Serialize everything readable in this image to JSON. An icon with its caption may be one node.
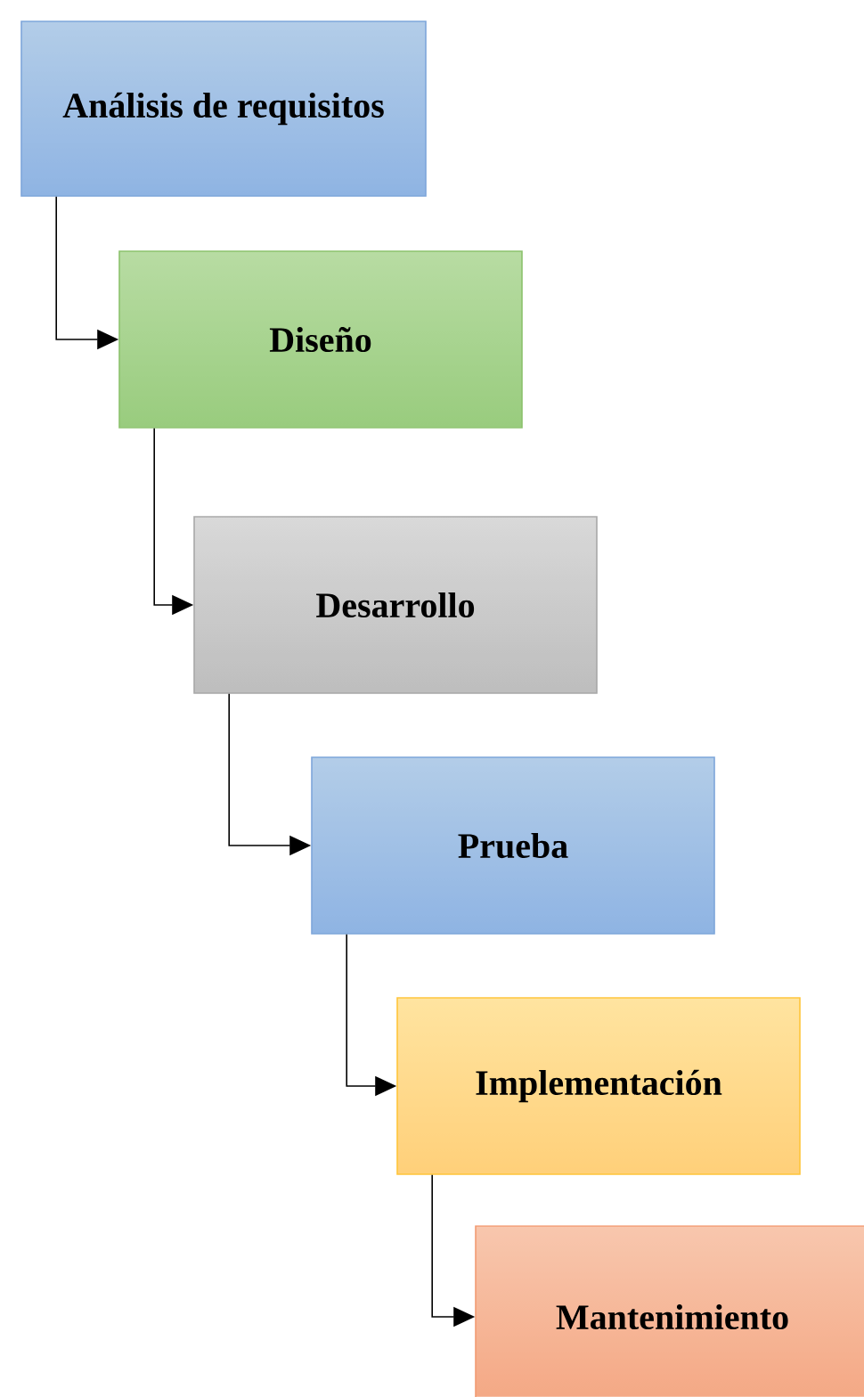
{
  "diagram": {
    "nodes": [
      {
        "text": [
          "Análisis de requisitos"
        ]
      },
      {
        "text": [
          "Diseño"
        ]
      },
      {
        "text": [
          "Desarrollo"
        ]
      },
      {
        "text": [
          "Prueba"
        ]
      },
      {
        "text": [
          "Implementación"
        ]
      },
      {
        "text": [
          "Mantenimiento"
        ]
      }
    ],
    "edges": [
      {
        "from": 0,
        "to": 1,
        "arrow": "to"
      },
      {
        "from": 1,
        "to": 2,
        "arrow": "to"
      },
      {
        "from": 2,
        "to": 3,
        "arrow": "to"
      },
      {
        "from": 3,
        "to": 4,
        "arrow": "to"
      },
      {
        "from": 4,
        "to": 5,
        "arrow": "to"
      }
    ]
  }
}
